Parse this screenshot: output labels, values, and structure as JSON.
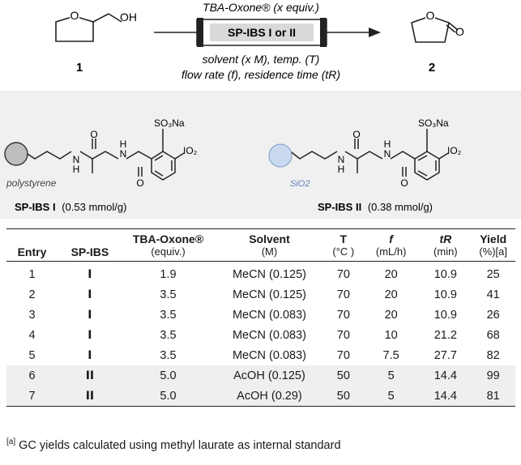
{
  "scheme": {
    "reagent_top": "TBA-Oxone® (x equiv.)",
    "reactor_label": "SP-IBS I or II",
    "conditions_line1": "solvent (x M), temp. (T)",
    "conditions_line2": "flow rate (f), residence time (tR)",
    "compound_start": "1",
    "compound_product": "2"
  },
  "supports": {
    "support1_name": "SP-IBS I",
    "support1_loading": "(0.53 mmol/g)",
    "support1_bead_label": "polystyrene",
    "support2_name": "SP-IBS II",
    "support2_loading": "(0.38 mmol/g)",
    "support2_bead_label": "SiO2",
    "colors": {
      "polystyrene_bead": "#bdbdbd",
      "silica_bead": "#c9d9ef"
    }
  },
  "table": {
    "headers": [
      {
        "main": "Entry",
        "sub": ""
      },
      {
        "main": "SP-IBS",
        "sub": ""
      },
      {
        "main": "TBA-Oxone®",
        "sub": "(equiv.)"
      },
      {
        "main": "Solvent",
        "sub": "(M)"
      },
      {
        "main": "T",
        "sub": "(°C )"
      },
      {
        "main": "f",
        "sub": "(mL/h)"
      },
      {
        "main": "tR",
        "sub": "(min)"
      },
      {
        "main": "Yield",
        "sub": "(%)[a]"
      }
    ],
    "rows": [
      [
        "1",
        "I",
        "1.9",
        "MeCN (0.125)",
        "70",
        "20",
        "10.9",
        "25"
      ],
      [
        "2",
        "I",
        "3.5",
        "MeCN (0.125)",
        "70",
        "20",
        "10.9",
        "41"
      ],
      [
        "3",
        "I",
        "3.5",
        "MeCN (0.083)",
        "70",
        "20",
        "10.9",
        "26"
      ],
      [
        "4",
        "I",
        "3.5",
        "MeCN (0.083)",
        "70",
        "10",
        "21.2",
        "68"
      ],
      [
        "5",
        "I",
        "3.5",
        "MeCN (0.083)",
        "70",
        "7.5",
        "27.7",
        "82"
      ],
      [
        "6",
        "II",
        "5.0",
        "AcOH (0.125)",
        "50",
        "5",
        "14.4",
        "99"
      ],
      [
        "7",
        "II",
        "5.0",
        "AcOH (0.29)",
        "50",
        "5",
        "14.4",
        "81"
      ]
    ],
    "shaded_rows": [
      5,
      6
    ]
  },
  "footnote": {
    "marker": "[a]",
    "text": " GC yields calculated using methyl laurate as internal standard"
  }
}
